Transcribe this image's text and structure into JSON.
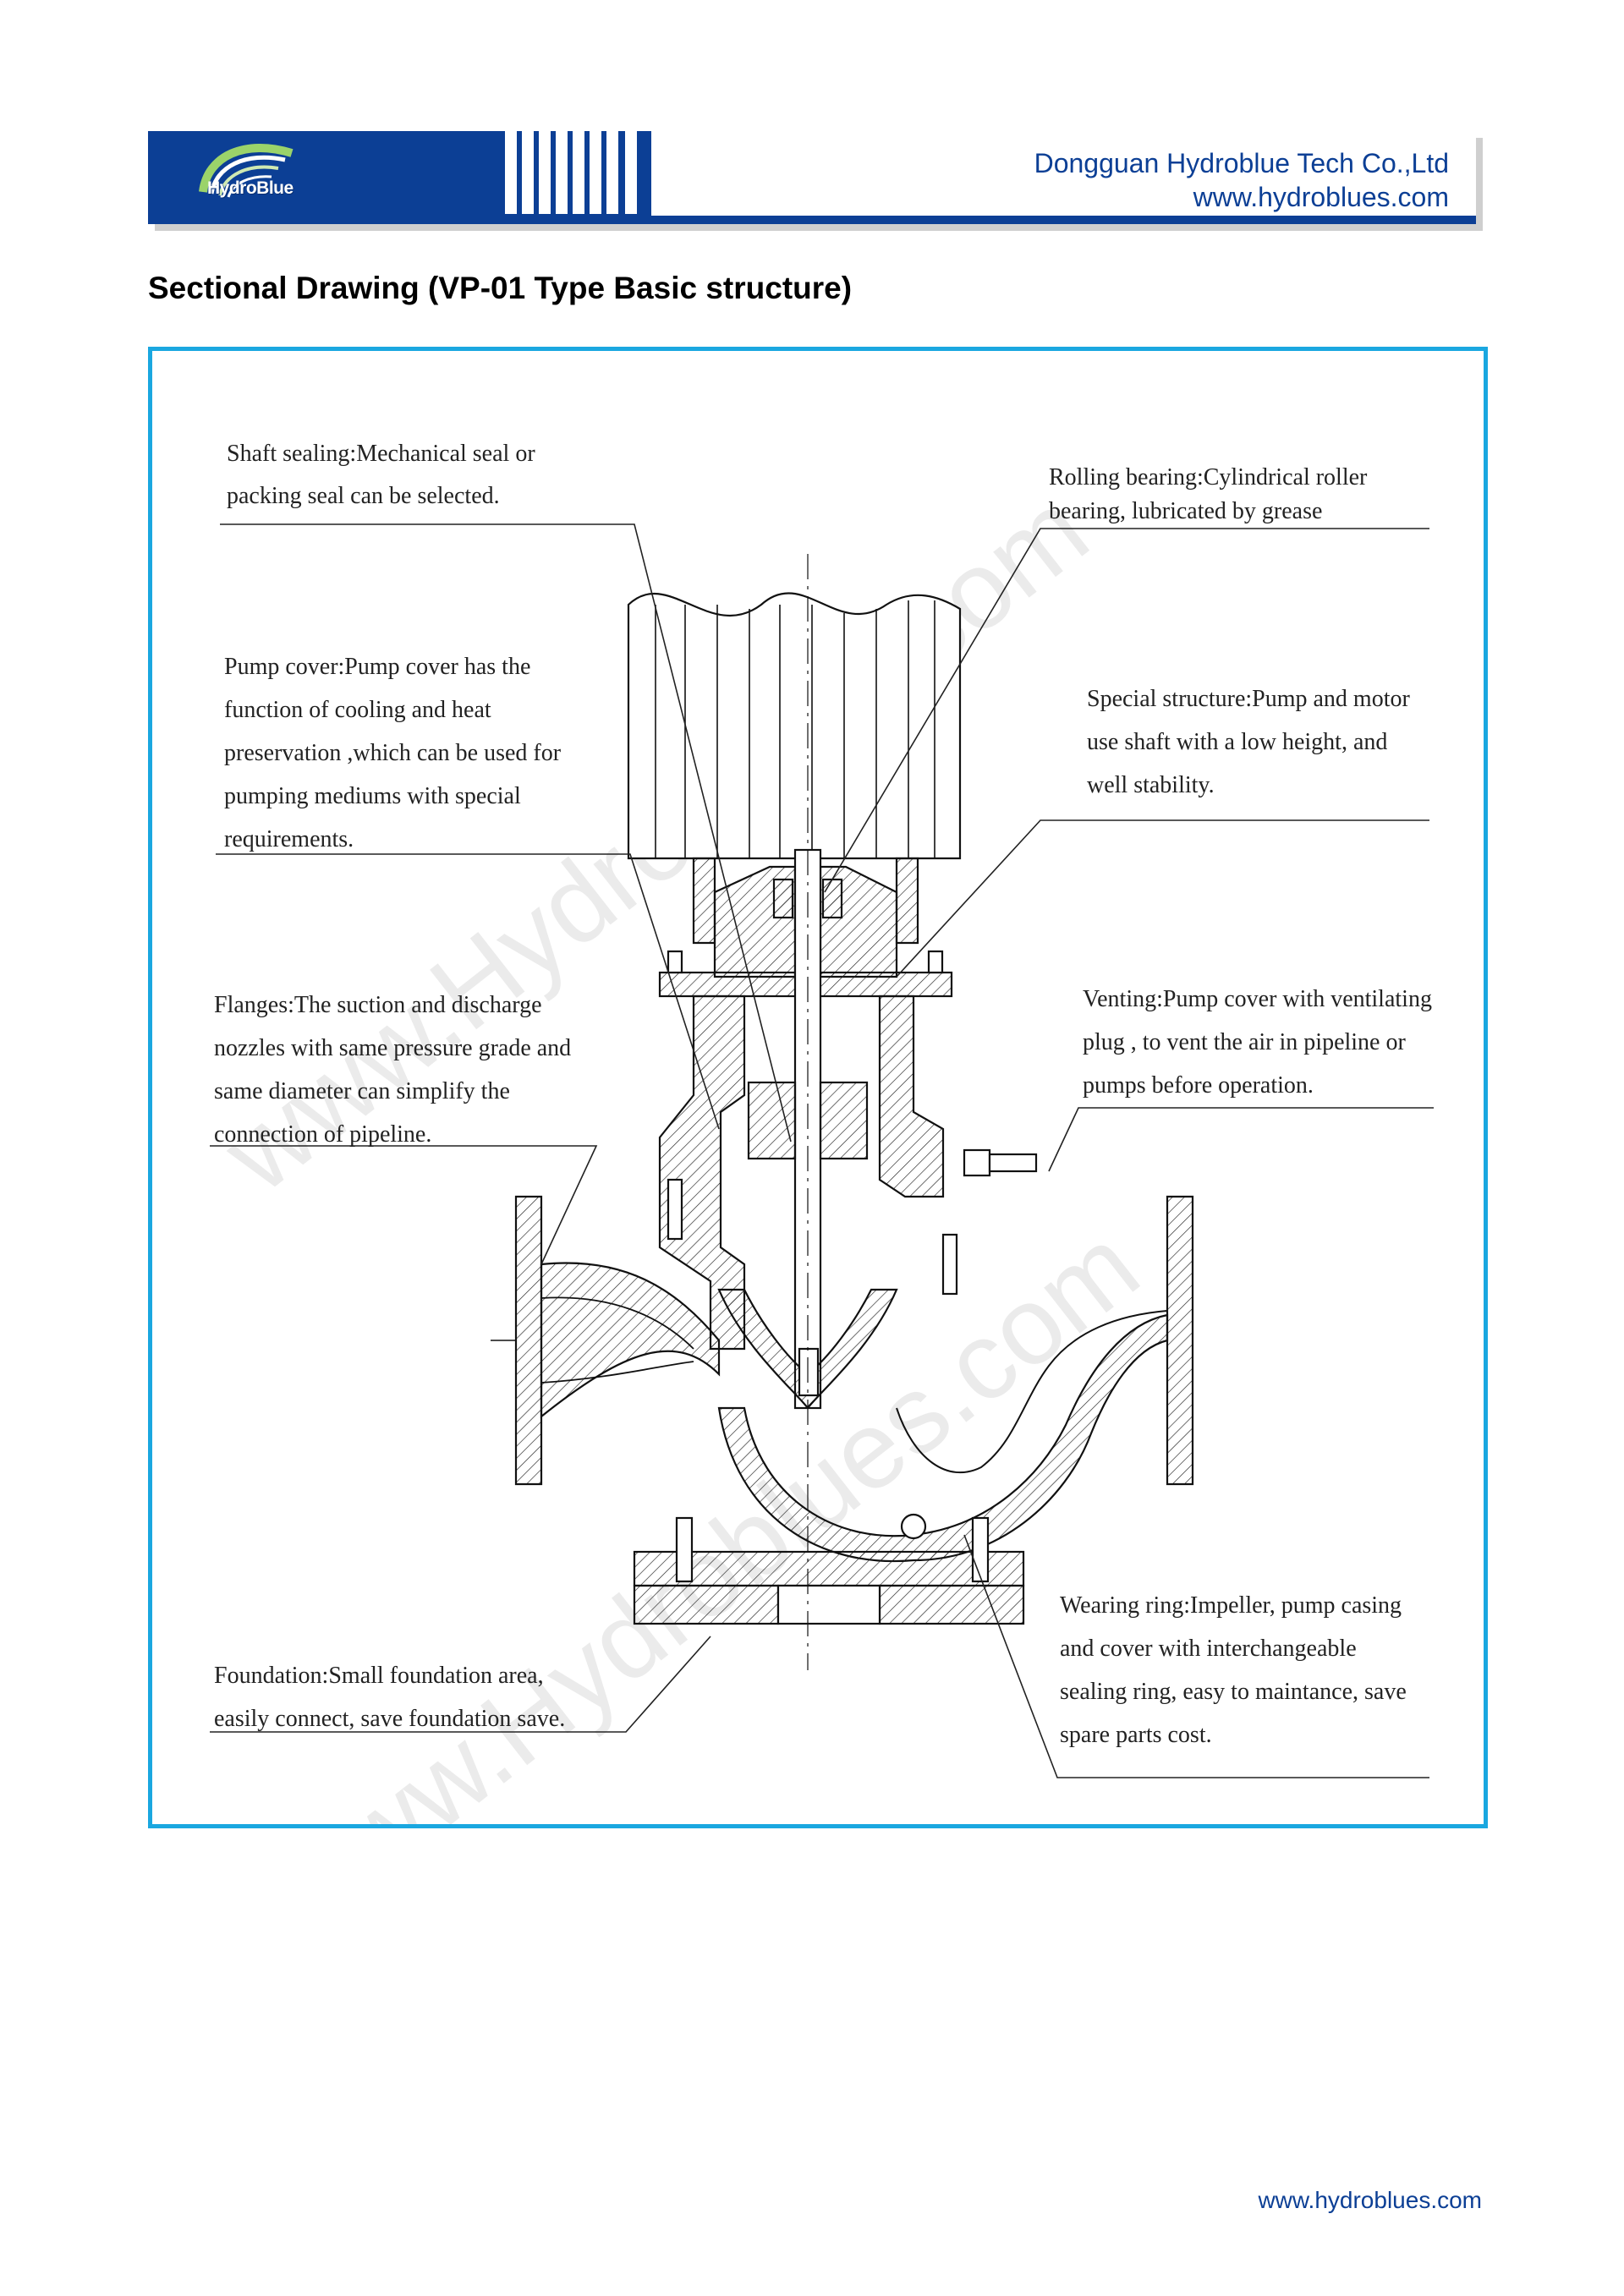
{
  "header": {
    "logo_text": "HydroBlue",
    "company_name": "Dongguan Hydroblue Tech Co.,Ltd",
    "company_url": "www.hydroblues.com",
    "brand_color": "#0c3f95"
  },
  "page_title": "Sectional Drawing (VP-01 Type Basic structure)",
  "frame_color": "#1aa7e0",
  "watermark": "www.Hydroblues.com",
  "labels": {
    "shaft_sealing": [
      "Shaft sealing:Mechanical seal or",
      "packing seal can be selected."
    ],
    "rolling_bearing": [
      "Rolling bearing:Cylindrical roller",
      "bearing, lubricated by grease"
    ],
    "pump_cover": [
      "Pump cover:Pump cover has the",
      "function of cooling and heat",
      "preservation ,which can be used for",
      "pumping mediums with special",
      "requirements."
    ],
    "special_structure": [
      "Special structure:Pump and motor",
      "use shaft with a low height, and",
      "well stability."
    ],
    "flanges": [
      "Flanges:The suction and discharge",
      "nozzles with same pressure grade and",
      "same diameter can simplify the",
      "connection of pipeline."
    ],
    "venting": [
      "Venting:Pump cover with ventilating",
      "plug , to vent the air in pipeline or",
      "pumps before operation."
    ],
    "foundation": [
      "Foundation:Small foundation area,",
      "easily connect, save foundation save."
    ],
    "wearing_ring": [
      "Wearing ring:Impeller, pump casing",
      "and cover with interchangeable",
      "sealing ring, easy to maintance, save",
      "spare parts cost."
    ]
  },
  "footer": {
    "url": "www.hydroblues.com"
  }
}
